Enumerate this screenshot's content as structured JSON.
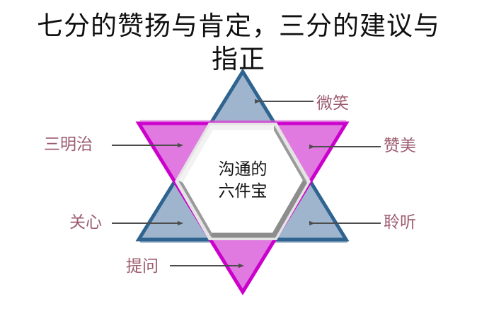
{
  "title": "七分的赞扬与肯定，三分的建议与\n指正",
  "center": {
    "text": "沟通的\n六件宝"
  },
  "colors": {
    "blue_fill": "#9fb5ce",
    "blue_edge": "#2f6490",
    "magenta_fill": "#e07ae0",
    "magenta_edge": "#cc00cc",
    "hex_border_light": "#e2e2e2",
    "hex_border_dark": "#8f8f8f",
    "hex_fill": "#ffffff",
    "label_text": "#9d5c70",
    "leader_line": "#4d4d4d",
    "title_text": "#101010",
    "background": "#ffffff"
  },
  "labels": [
    {
      "id": "smile",
      "text": "微笑"
    },
    {
      "id": "praise",
      "text": "赞美"
    },
    {
      "id": "listen",
      "text": "聆听"
    },
    {
      "id": "question",
      "text": "提问"
    },
    {
      "id": "care",
      "text": "关心"
    },
    {
      "id": "sandwich",
      "text": "三明治"
    }
  ],
  "chart_data": {
    "type": "diagram",
    "shape": "hexagram",
    "title": "七分的赞扬与肯定，三分的建议与指正",
    "center_label": "沟通的六件宝",
    "points": [
      {
        "position": "top",
        "color": "blue",
        "label": "微笑"
      },
      {
        "position": "upper-right",
        "color": "magenta",
        "label": "赞美"
      },
      {
        "position": "lower-right",
        "color": "blue",
        "label": "聆听"
      },
      {
        "position": "bottom",
        "color": "magenta",
        "label": "提问"
      },
      {
        "position": "lower-left",
        "color": "blue",
        "label": "关心"
      },
      {
        "position": "upper-left",
        "color": "magenta",
        "label": "三明治"
      }
    ]
  }
}
